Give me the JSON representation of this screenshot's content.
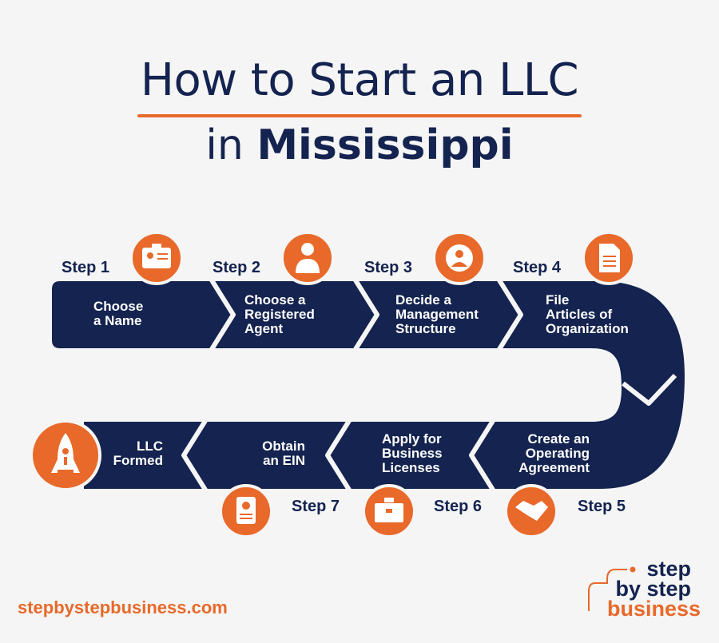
{
  "title": {
    "line1": "How to Start an LLC",
    "line2_prefix": "in",
    "line2_bold": "Mississippi"
  },
  "colors": {
    "navy": "#14234f",
    "orange": "#e8692a",
    "background": "#f5f5f5"
  },
  "steps": [
    {
      "label": "Step 1",
      "text": [
        "Choose",
        "a Name"
      ],
      "icon": "id-card-icon"
    },
    {
      "label": "Step 2",
      "text": [
        "Choose a",
        "Registered",
        "Agent"
      ],
      "icon": "person-agent-icon"
    },
    {
      "label": "Step 3",
      "text": [
        "Decide a",
        "Management",
        "Structure"
      ],
      "icon": "gear-person-icon"
    },
    {
      "label": "Step 4",
      "text": [
        "File",
        "Articles of",
        "Organization"
      ],
      "icon": "document-icon"
    },
    {
      "label": "Step 5",
      "text": [
        "Create an",
        "Operating",
        "Agreement"
      ],
      "icon": "handshake-icon"
    },
    {
      "label": "Step 6",
      "text": [
        "Apply for",
        "Business",
        "Licenses"
      ],
      "icon": "briefcase-icon"
    },
    {
      "label": "Step 7",
      "text": [
        "Obtain",
        "an EIN"
      ],
      "icon": "badge-icon"
    }
  ],
  "final": {
    "text": [
      "LLC",
      "Formed"
    ],
    "icon": "rocket-icon"
  },
  "footer": {
    "url": "stepbystepbusiness.com",
    "logo": [
      "step",
      "by step",
      "business"
    ]
  }
}
